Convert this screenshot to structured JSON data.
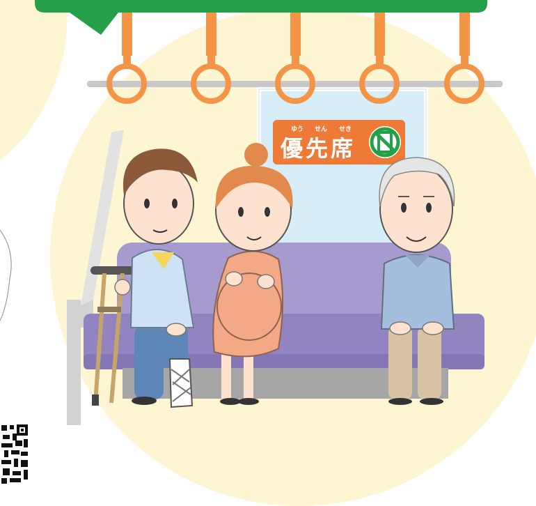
{
  "sign": {
    "furigana_1": "ゆう",
    "furigana_2": "せん",
    "furigana_3": "せき",
    "char_1": "優",
    "char_2": "先",
    "char_3": "席",
    "no_phone_icon": "no-smartphone-icon"
  },
  "colors": {
    "circle_bg": "#FEF5D2",
    "strap_orange": "#F39447",
    "seat_purple": "#9B8FCB",
    "sign_orange": "#EE7A38",
    "bubble_green": "#24A04A",
    "window_blue": "#D7EEF8",
    "rail_gray": "#C8C8C8"
  },
  "figures": [
    "man-with-crutch-and-cast",
    "pregnant-woman",
    "elderly-man"
  ]
}
